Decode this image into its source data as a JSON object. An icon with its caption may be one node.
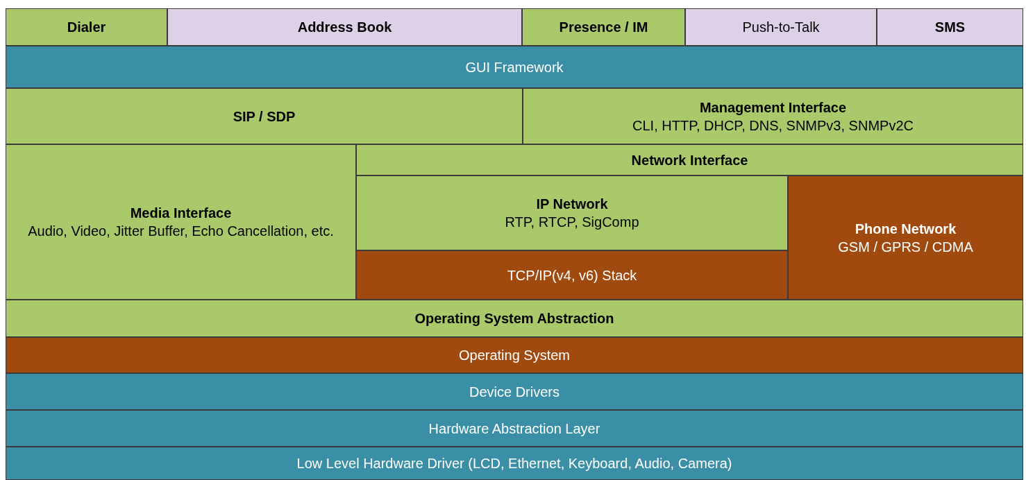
{
  "diagram": {
    "nodes": [
      {
        "text": [
          "Dialer"
        ]
      },
      {
        "text": [
          "Address Book"
        ]
      },
      {
        "text": [
          "Presence / IM"
        ]
      },
      {
        "text": [
          "Push-to-Talk"
        ]
      },
      {
        "text": [
          "SMS"
        ]
      },
      {
        "text": [
          "GUI Framework"
        ]
      },
      {
        "text": [
          "SIP / SDP"
        ]
      },
      {
        "text": [
          "Management Interface",
          "CLI, HTTP, DHCP, DNS, SNMPv3, SNMPv2C"
        ]
      },
      {
        "text": [
          "Media Interface",
          "Audio, Video, Jitter Buffer, Echo Cancellation, etc."
        ]
      },
      {
        "text": [
          "Network Interface"
        ]
      },
      {
        "text": [
          "IP Network",
          "RTP, RTCP, SigComp"
        ]
      },
      {
        "text": [
          "Phone Network",
          "GSM / GPRS / CDMA"
        ]
      },
      {
        "text": [
          "TCP/IP(v4, v6) Stack"
        ]
      },
      {
        "text": [
          "Operating System Abstraction"
        ]
      },
      {
        "text": [
          "Operating System"
        ]
      },
      {
        "text": [
          "Device Drivers"
        ]
      },
      {
        "text": [
          "Hardware Abstraction Layer"
        ]
      },
      {
        "text": [
          "Low Level Hardware Driver (LCD, Ethernet, Keyboard, Audio, Camera)"
        ]
      }
    ]
  }
}
